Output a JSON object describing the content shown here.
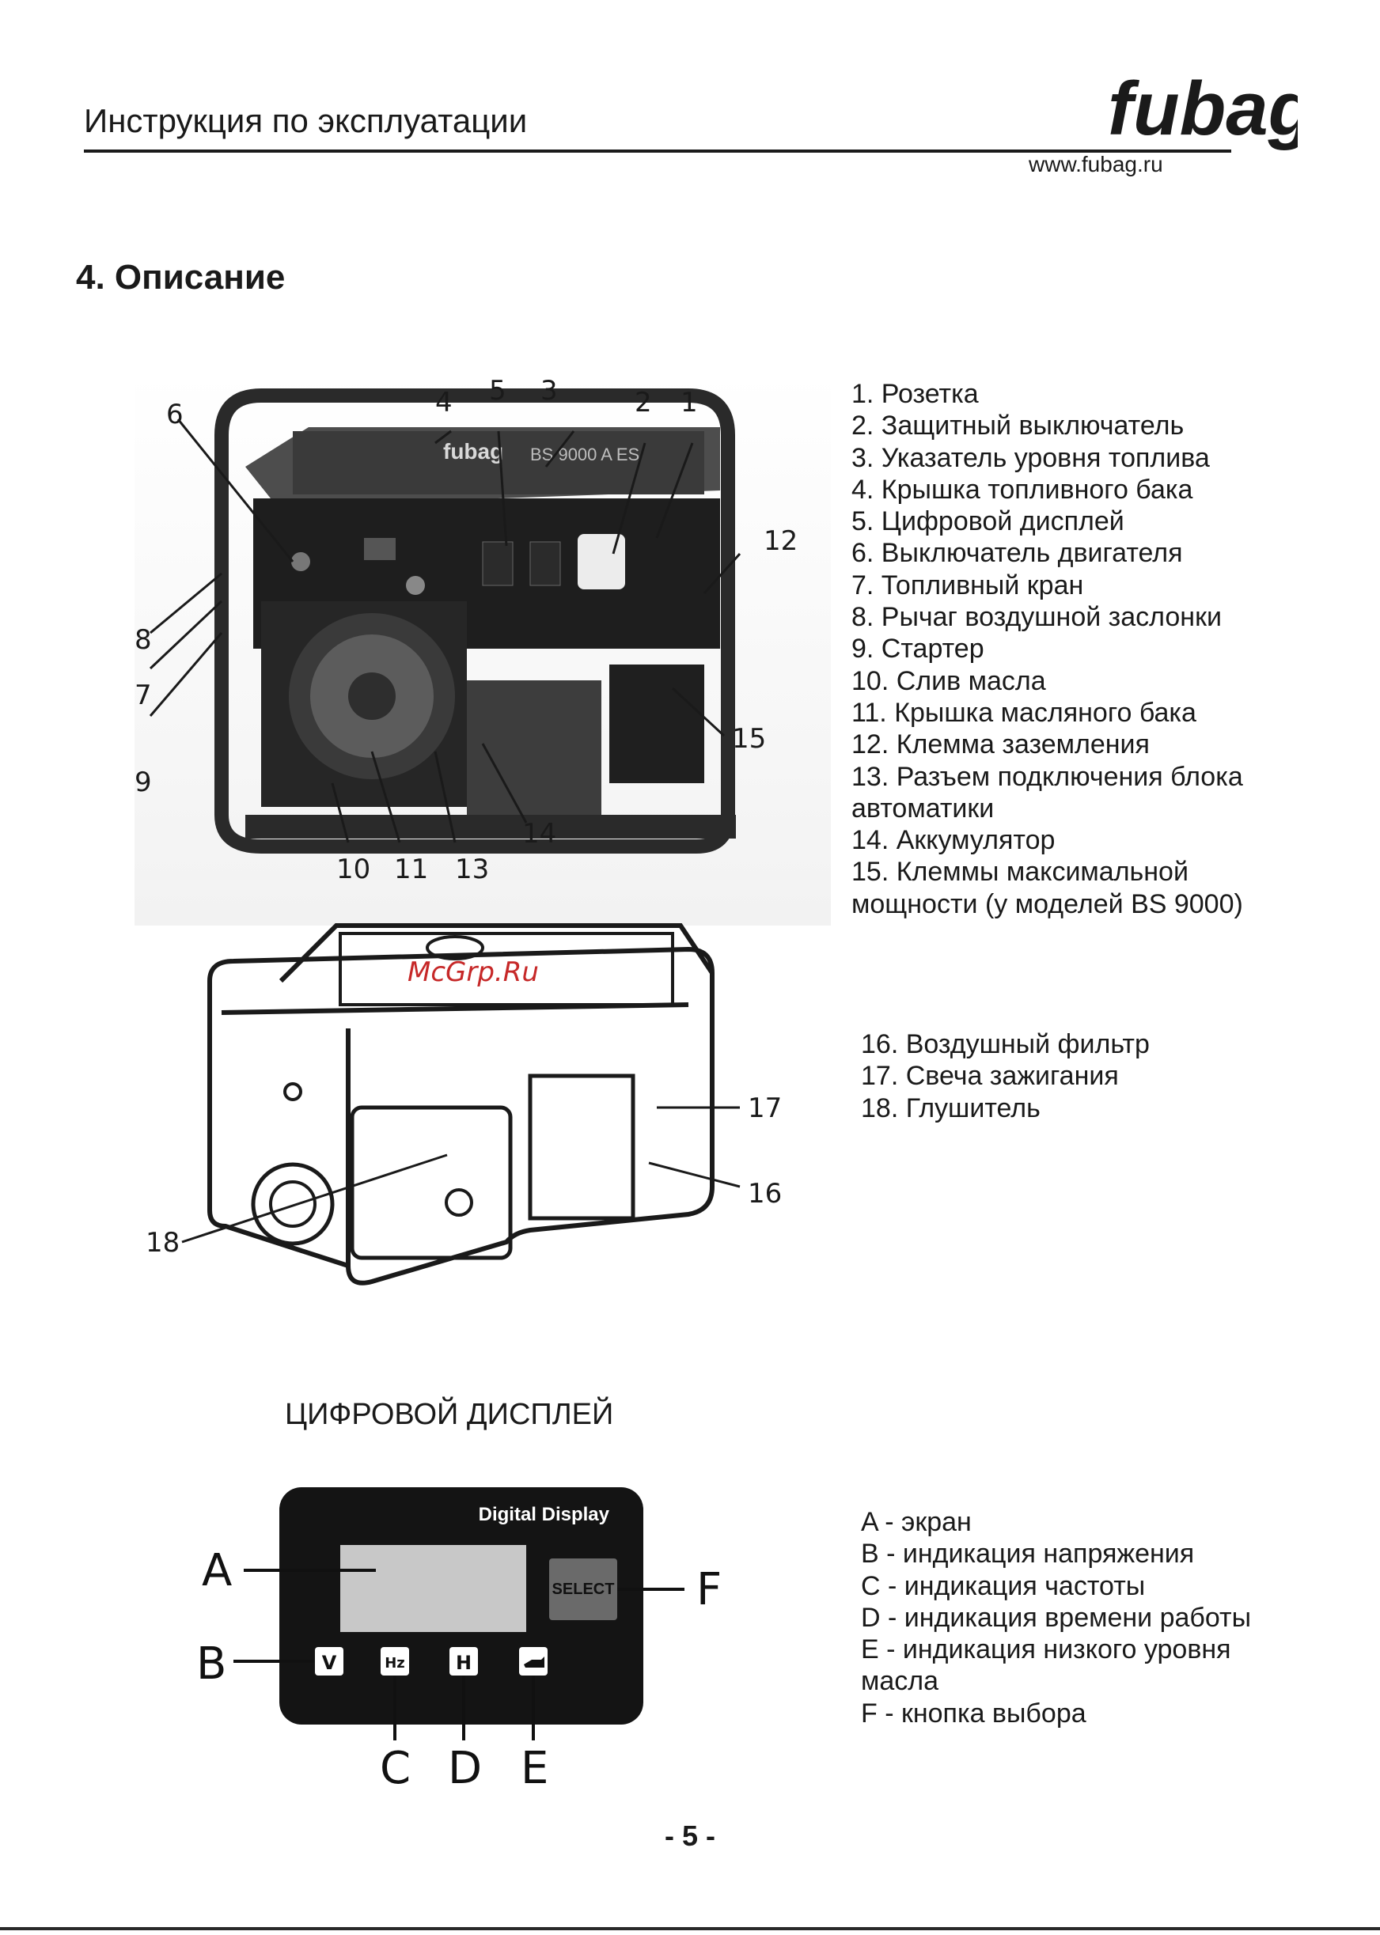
{
  "header": {
    "title": "Инструкция по эксплуатации",
    "website": "www.fubag.ru",
    "logo_text": "fubag"
  },
  "section_title": "4. Описание",
  "parts_front": [
    "1. Розетка",
    "2. Защитный выключатель",
    "3. Указатель уровня топлива",
    "4. Крышка топливного бака",
    "5. Цифровой дисплей",
    "6. Выключатель двигателя",
    "7. Топливный кран",
    "8. Рычаг воздушной заслонки",
    "9. Стартер",
    "10. Слив масла",
    "11. Крышка масляного бака",
    "12. Клемма заземления",
    "13. Разъем подключения блока",
    "автоматики",
    "14. Аккумулятор",
    "15. Клеммы максимальной",
    "мощности (у моделей BS 9000)"
  ],
  "parts_back": [
    "16. Воздушный фильтр",
    "17. Свеча зажигания",
    "18. Глушитель"
  ],
  "photo": {
    "callouts": [
      "1",
      "2",
      "3",
      "4",
      "5",
      "6",
      "7",
      "8",
      "9",
      "10",
      "11",
      "12",
      "13",
      "14",
      "15"
    ],
    "brand": "fubag",
    "model": "BS 9000 A ES"
  },
  "sketch": {
    "callouts": [
      "16",
      "17",
      "18"
    ],
    "watermark": "McGrp.Ru"
  },
  "display_section": {
    "title": "ЦИФРОВОЙ ДИСПЛЕЙ",
    "panel_label": "Digital Display",
    "select_label": "SELECT",
    "icons": [
      "V",
      "Hz",
      "H"
    ],
    "letters": [
      "A",
      "B",
      "C",
      "D",
      "E",
      "F"
    ],
    "legend": [
      "A - экран",
      "B - индикация напряжения",
      "C - индикация частоты",
      "D - индикация времени работы",
      "E - индикация низкого уровня",
      "масла",
      "F - кнопка выбора"
    ]
  },
  "page_number": "- 5 -"
}
